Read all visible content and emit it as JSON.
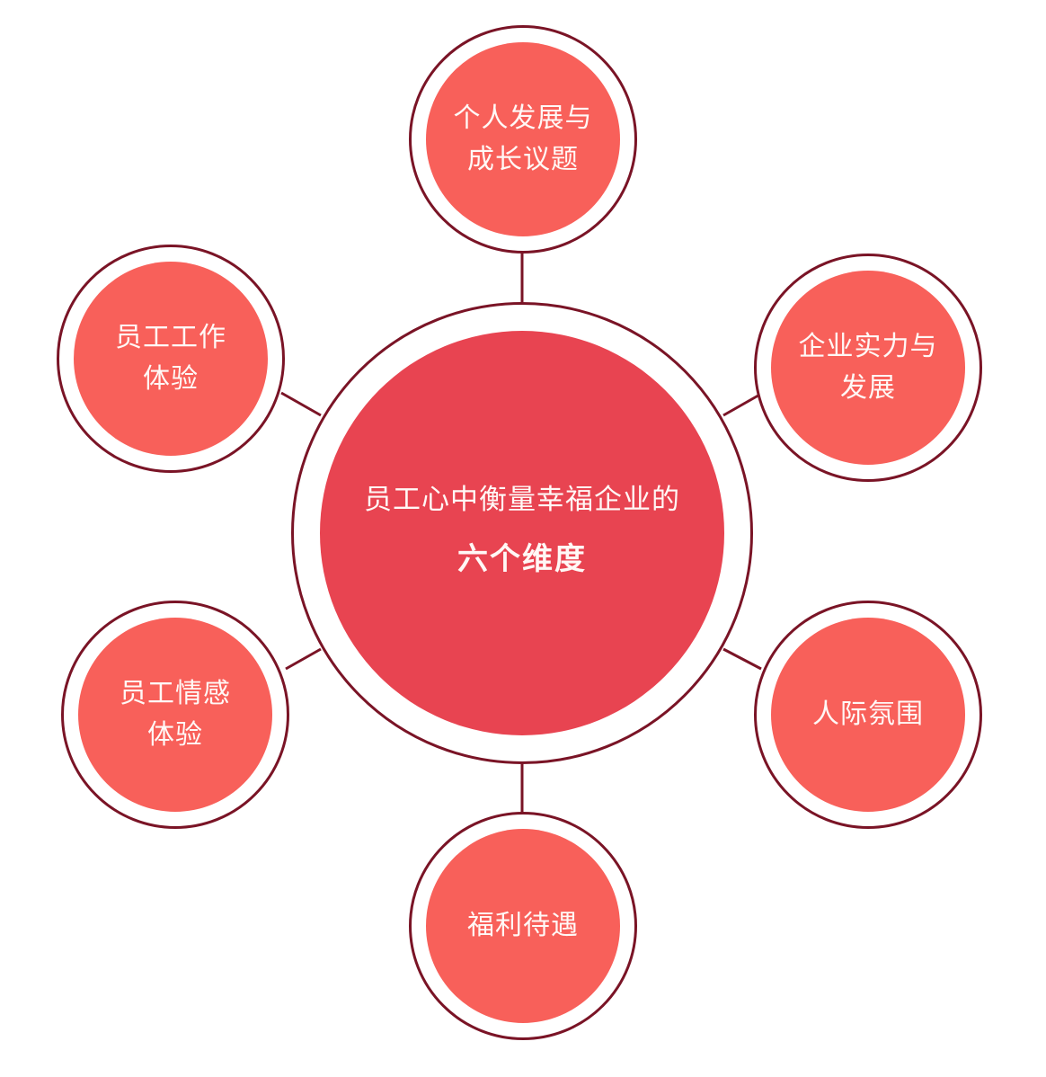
{
  "diagram": {
    "type": "hub-and-spoke",
    "colors": {
      "hub_fill": "#e84451",
      "satellite_fill": "#f8605a",
      "ring_stroke": "#7a1426",
      "text": "#fff8f6",
      "background": "#ffffff"
    },
    "hub": {
      "line1": "员工心中衡量幸福企业的",
      "line2": "六个维度"
    },
    "satellites": [
      {
        "id": "top",
        "lines": [
          "个人发展与",
          "成长议题"
        ]
      },
      {
        "id": "upper-right",
        "lines": [
          "企业实力与",
          "发展"
        ]
      },
      {
        "id": "lower-right",
        "lines": [
          "人际氛围"
        ]
      },
      {
        "id": "bottom",
        "lines": [
          "福利待遇"
        ]
      },
      {
        "id": "lower-left",
        "lines": [
          "员工情感",
          "体验"
        ]
      },
      {
        "id": "upper-left",
        "lines": [
          "员工工作",
          "体验"
        ]
      }
    ]
  }
}
